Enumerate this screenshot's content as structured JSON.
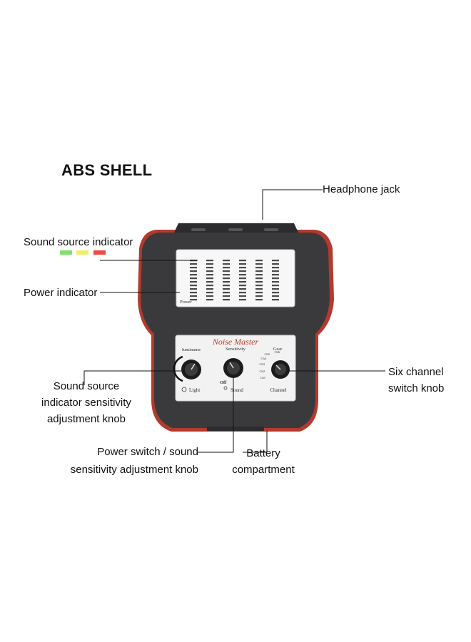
{
  "title": "ABS SHELL",
  "callouts": {
    "headphone_jack": "Headphone jack",
    "sound_source_indicator": "Sound source indicator",
    "power_indicator": "Power indicator",
    "sensitivity_knob": [
      "Sound source",
      "indicator sensitivity",
      "adjustment knob"
    ],
    "six_channel_knob": [
      "Six channel",
      "switch knob"
    ],
    "power_switch_knob": [
      "Power switch / sound",
      "sensitivity adjustment knob"
    ],
    "battery_compartment": [
      "Battery",
      "compartment"
    ]
  },
  "indicator_colors": [
    "#7be36a",
    "#f2ee6b",
    "#ee4b47"
  ],
  "device": {
    "brand": "Noise Master",
    "meter_label": "Power",
    "knob_labels": {
      "left_top": "Iuminame",
      "left_bottom": "Light",
      "middle_top": "Sensitivity",
      "middle_off": "Off",
      "middle_bottom": "Sound",
      "right_top": "Gear",
      "right_bottom": "Channel"
    },
    "channels": [
      "Ch1",
      "Ch2",
      "Ch3",
      "Ch4",
      "Ch5",
      "Ch6"
    ]
  },
  "colors": {
    "shell": "#3a3a3c",
    "shell_edge": "#b23a2e",
    "panel": "#f2f2f2",
    "brand_red": "#c0392b"
  }
}
